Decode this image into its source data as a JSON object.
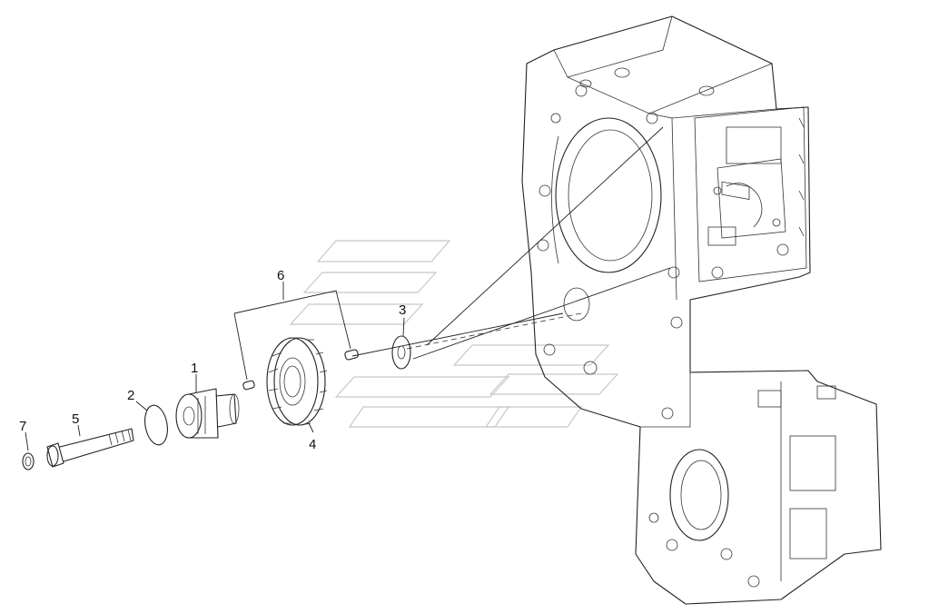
{
  "diagram": {
    "parts": [
      {
        "id": "1",
        "label": "1"
      },
      {
        "id": "2",
        "label": "2"
      },
      {
        "id": "3",
        "label": "3"
      },
      {
        "id": "4",
        "label": "4"
      },
      {
        "id": "5",
        "label": "5"
      },
      {
        "id": "6",
        "label": "6"
      },
      {
        "id": "7",
        "label": "7"
      }
    ]
  },
  "colors": {
    "line": "#222222",
    "watermark": "#c8c8c8",
    "background": "#ffffff"
  }
}
